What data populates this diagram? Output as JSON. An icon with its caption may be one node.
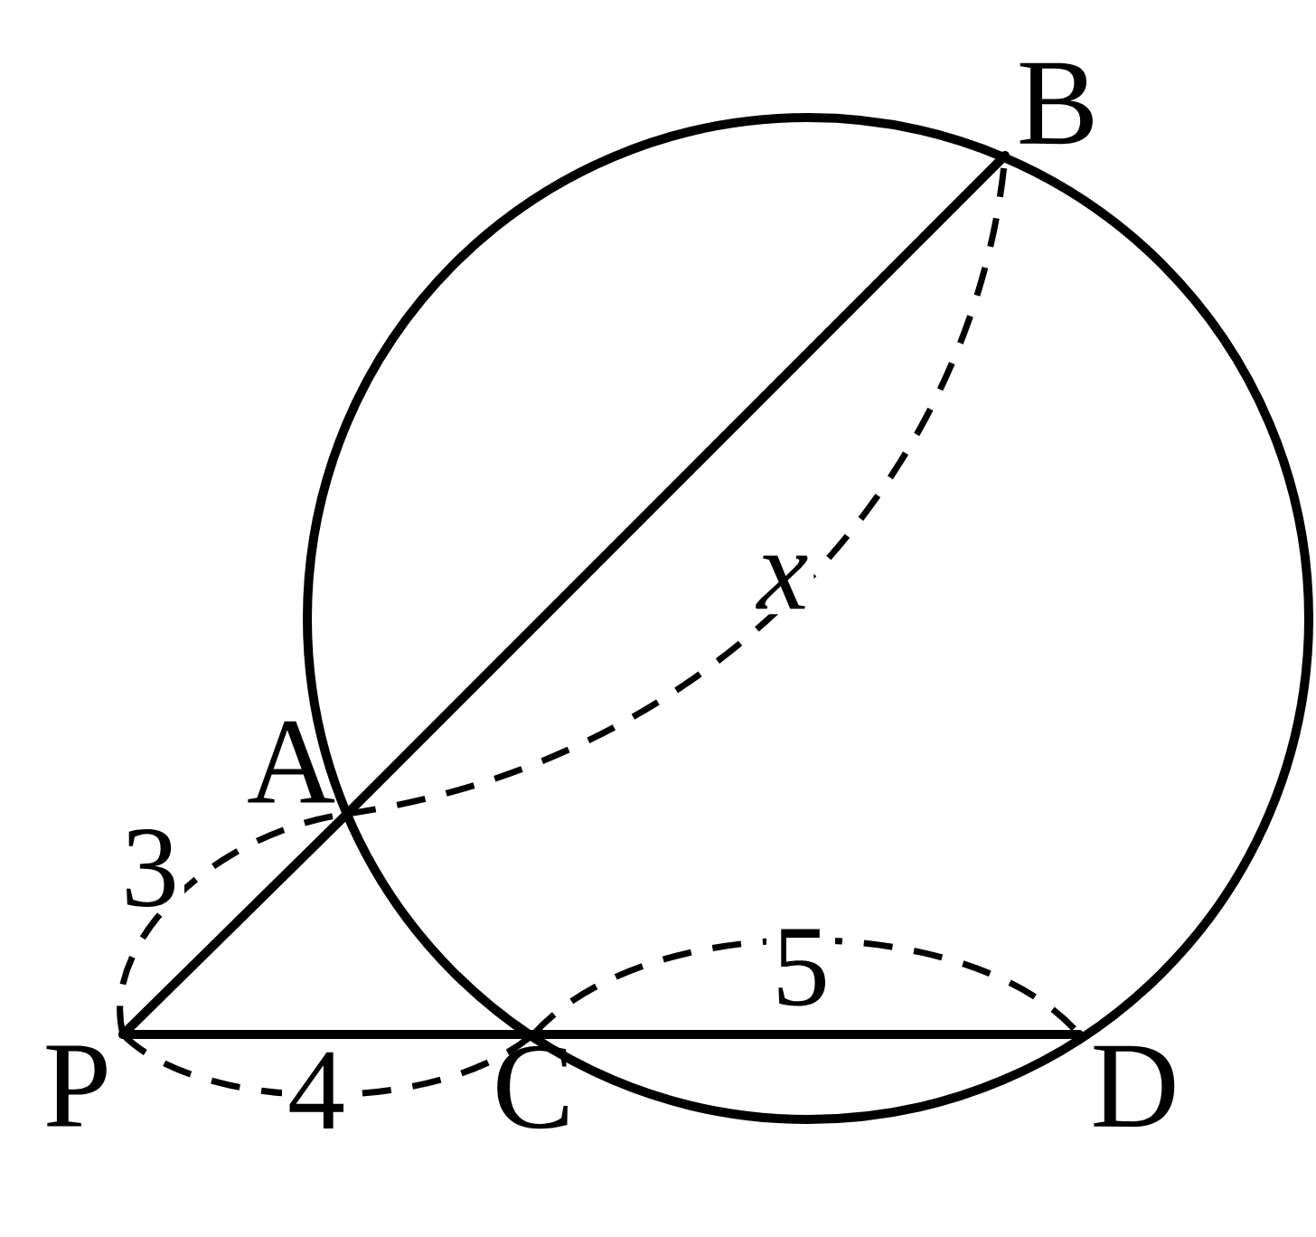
{
  "diagram": {
    "nodes": [
      {
        "text": [
          "P"
        ]
      },
      {
        "text": [
          "A"
        ]
      },
      {
        "text": [
          "B"
        ]
      },
      {
        "text": [
          "C"
        ]
      },
      {
        "text": [
          "D"
        ]
      }
    ],
    "edges": [
      {
        "from": 0,
        "to": 1,
        "arrow": "none"
      },
      {
        "from": 1,
        "to": 2,
        "arrow": "none"
      },
      {
        "from": 0,
        "to": 3,
        "arrow": "none"
      },
      {
        "from": 3,
        "to": 4,
        "arrow": "none"
      }
    ],
    "labels": [
      "x",
      "3",
      "5",
      "4"
    ]
  }
}
